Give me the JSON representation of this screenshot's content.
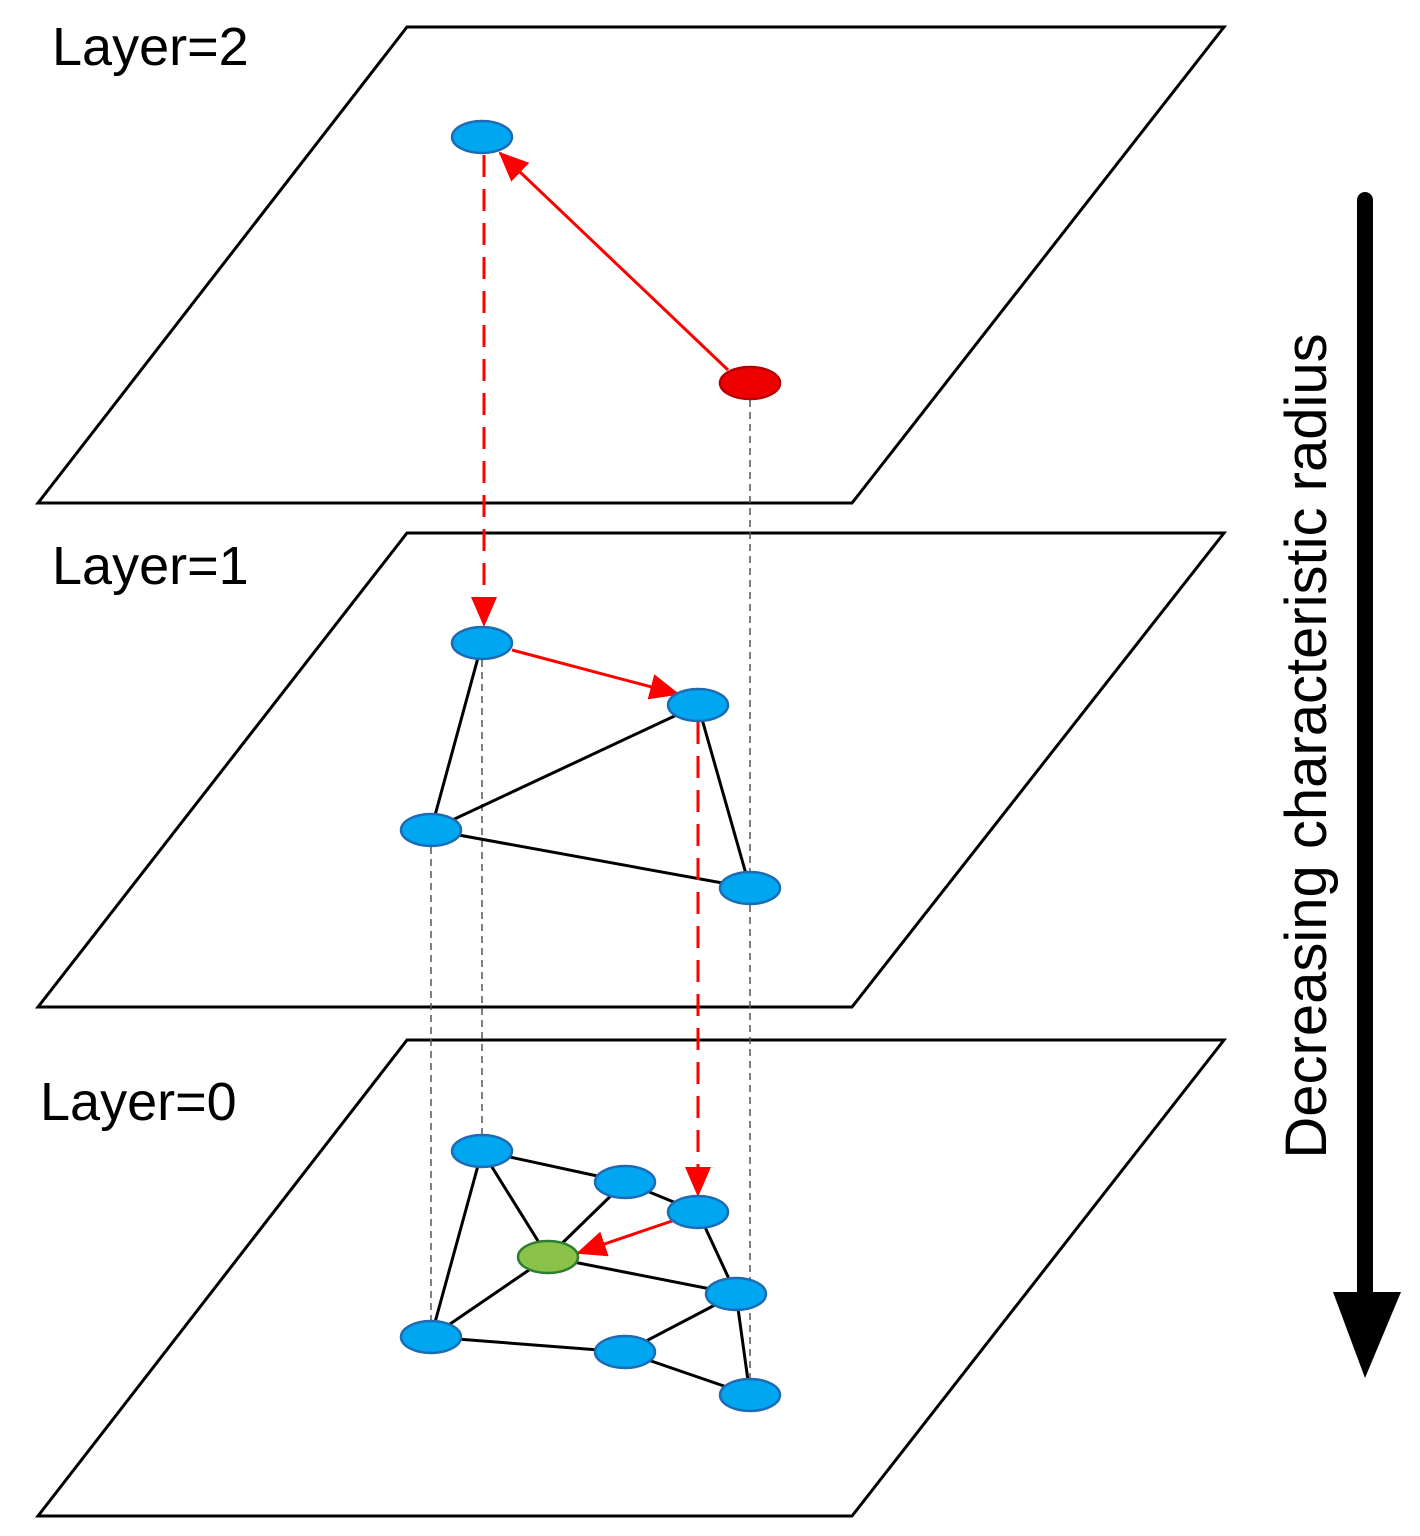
{
  "layers": [
    {
      "label": "Layer=2"
    },
    {
      "label": "Layer=1"
    },
    {
      "label": "Layer=0"
    }
  ],
  "axis": {
    "label": "Decreasing characteristic radius"
  },
  "colors": {
    "node_fill": "#00a6f0",
    "node_stroke": "#1f6bb3",
    "entry_fill": "#ee0000",
    "entry_stroke": "#b80000",
    "target_fill": "#8bc34a",
    "target_stroke": "#2f7d32",
    "search_path": "#ff0000",
    "edges": "#000000"
  },
  "legend": null
}
